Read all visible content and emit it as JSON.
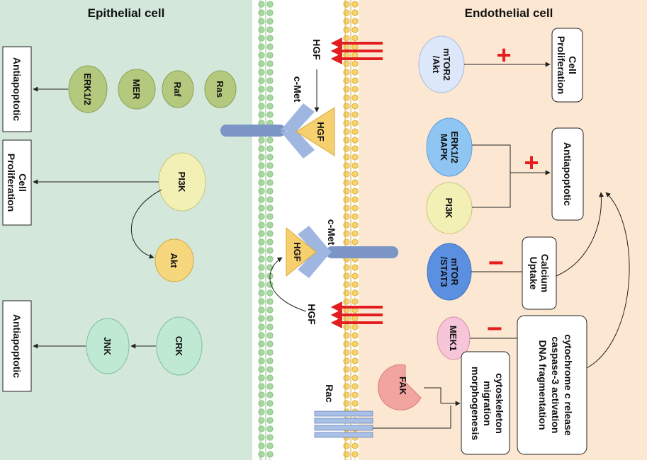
{
  "titles": {
    "epithelial": "Epithelial cell",
    "endothelial": "Endothelial cell"
  },
  "epithelial": {
    "antiapoptotic_top": "Antiapoptotic",
    "erk12": "ERK1/2",
    "mer": "MER",
    "raf": "Raf",
    "ras": "Ras",
    "cell_prolif_line1": "Cell",
    "cell_prolif_line2": "Proliferation",
    "pi3k": "PI3K",
    "akt": "Akt",
    "antiapoptotic_bottom": "Antiapoptotic",
    "jnk": "JNK",
    "crk": "CRK"
  },
  "membrane": {
    "hgf_top_label": "HGF",
    "cmet_top_label": "c-Met",
    "hgf_top_ligand": "HGF",
    "cmet_mid_label": "c-Met",
    "hgf_mid_ligand": "HGF",
    "hgf_bottom_label": "HGF",
    "rac": "Rac"
  },
  "endothelial": {
    "mtor2_line1": "mTOR2",
    "mtor2_line2": "/Akt",
    "plus_1": "+",
    "cell_prolif_line1": "Cell",
    "cell_prolif_line2": "Proliferation",
    "erk_line1": "ERK1/2",
    "erk_line2": "MAPK",
    "plus_2": "+",
    "antiapoptotic": "Antiapoptotic",
    "pi3k": "PI3K",
    "mtor_stat3_line1": "mTOR",
    "mtor_stat3_line2": "/STAT3",
    "minus_1": "−",
    "calcium_line1": "Calcium",
    "calcium_line2": "Uptake",
    "mek1": "MEK1",
    "minus_2": "−",
    "cyto_c_line1": "cytochrome c release",
    "cyto_c_line2": "caspase-3 activation",
    "cyto_c_line3": "DNA fragmentation",
    "fak": "FAK",
    "cytoskeleton_line1": "cytoskeleton",
    "cytoskeleton_line2": "migration",
    "cytoskeleton_line3": "morphogenesis"
  },
  "colors": {
    "epithelial_bg": "#d3e7da",
    "endothelial_bg": "#fce8d2",
    "receptor": "#7b96c6",
    "hgf": "#f6cf6e",
    "plus_minus": "#e41e1e",
    "hgf_arrow": "#e41e1e"
  }
}
